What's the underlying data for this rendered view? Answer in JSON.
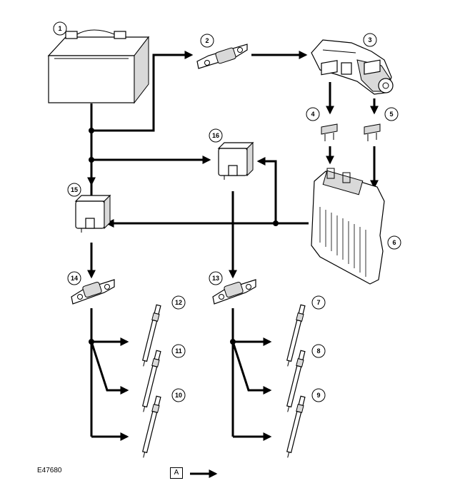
{
  "figure_id": "E47680",
  "legend": {
    "label": "A"
  },
  "callouts": [
    {
      "id": "c1",
      "label": "1"
    },
    {
      "id": "c2",
      "label": "2"
    },
    {
      "id": "c3",
      "label": "3"
    },
    {
      "id": "c4",
      "label": "4"
    },
    {
      "id": "c5",
      "label": "5"
    },
    {
      "id": "c6",
      "label": "6"
    },
    {
      "id": "c7",
      "label": "7"
    },
    {
      "id": "c8",
      "label": "8"
    },
    {
      "id": "c9",
      "label": "9"
    },
    {
      "id": "c10",
      "label": "10"
    },
    {
      "id": "c11",
      "label": "11"
    },
    {
      "id": "c12",
      "label": "12"
    },
    {
      "id": "c13",
      "label": "13"
    },
    {
      "id": "c14",
      "label": "14"
    },
    {
      "id": "c15",
      "label": "15"
    },
    {
      "id": "c16",
      "label": "16"
    }
  ]
}
